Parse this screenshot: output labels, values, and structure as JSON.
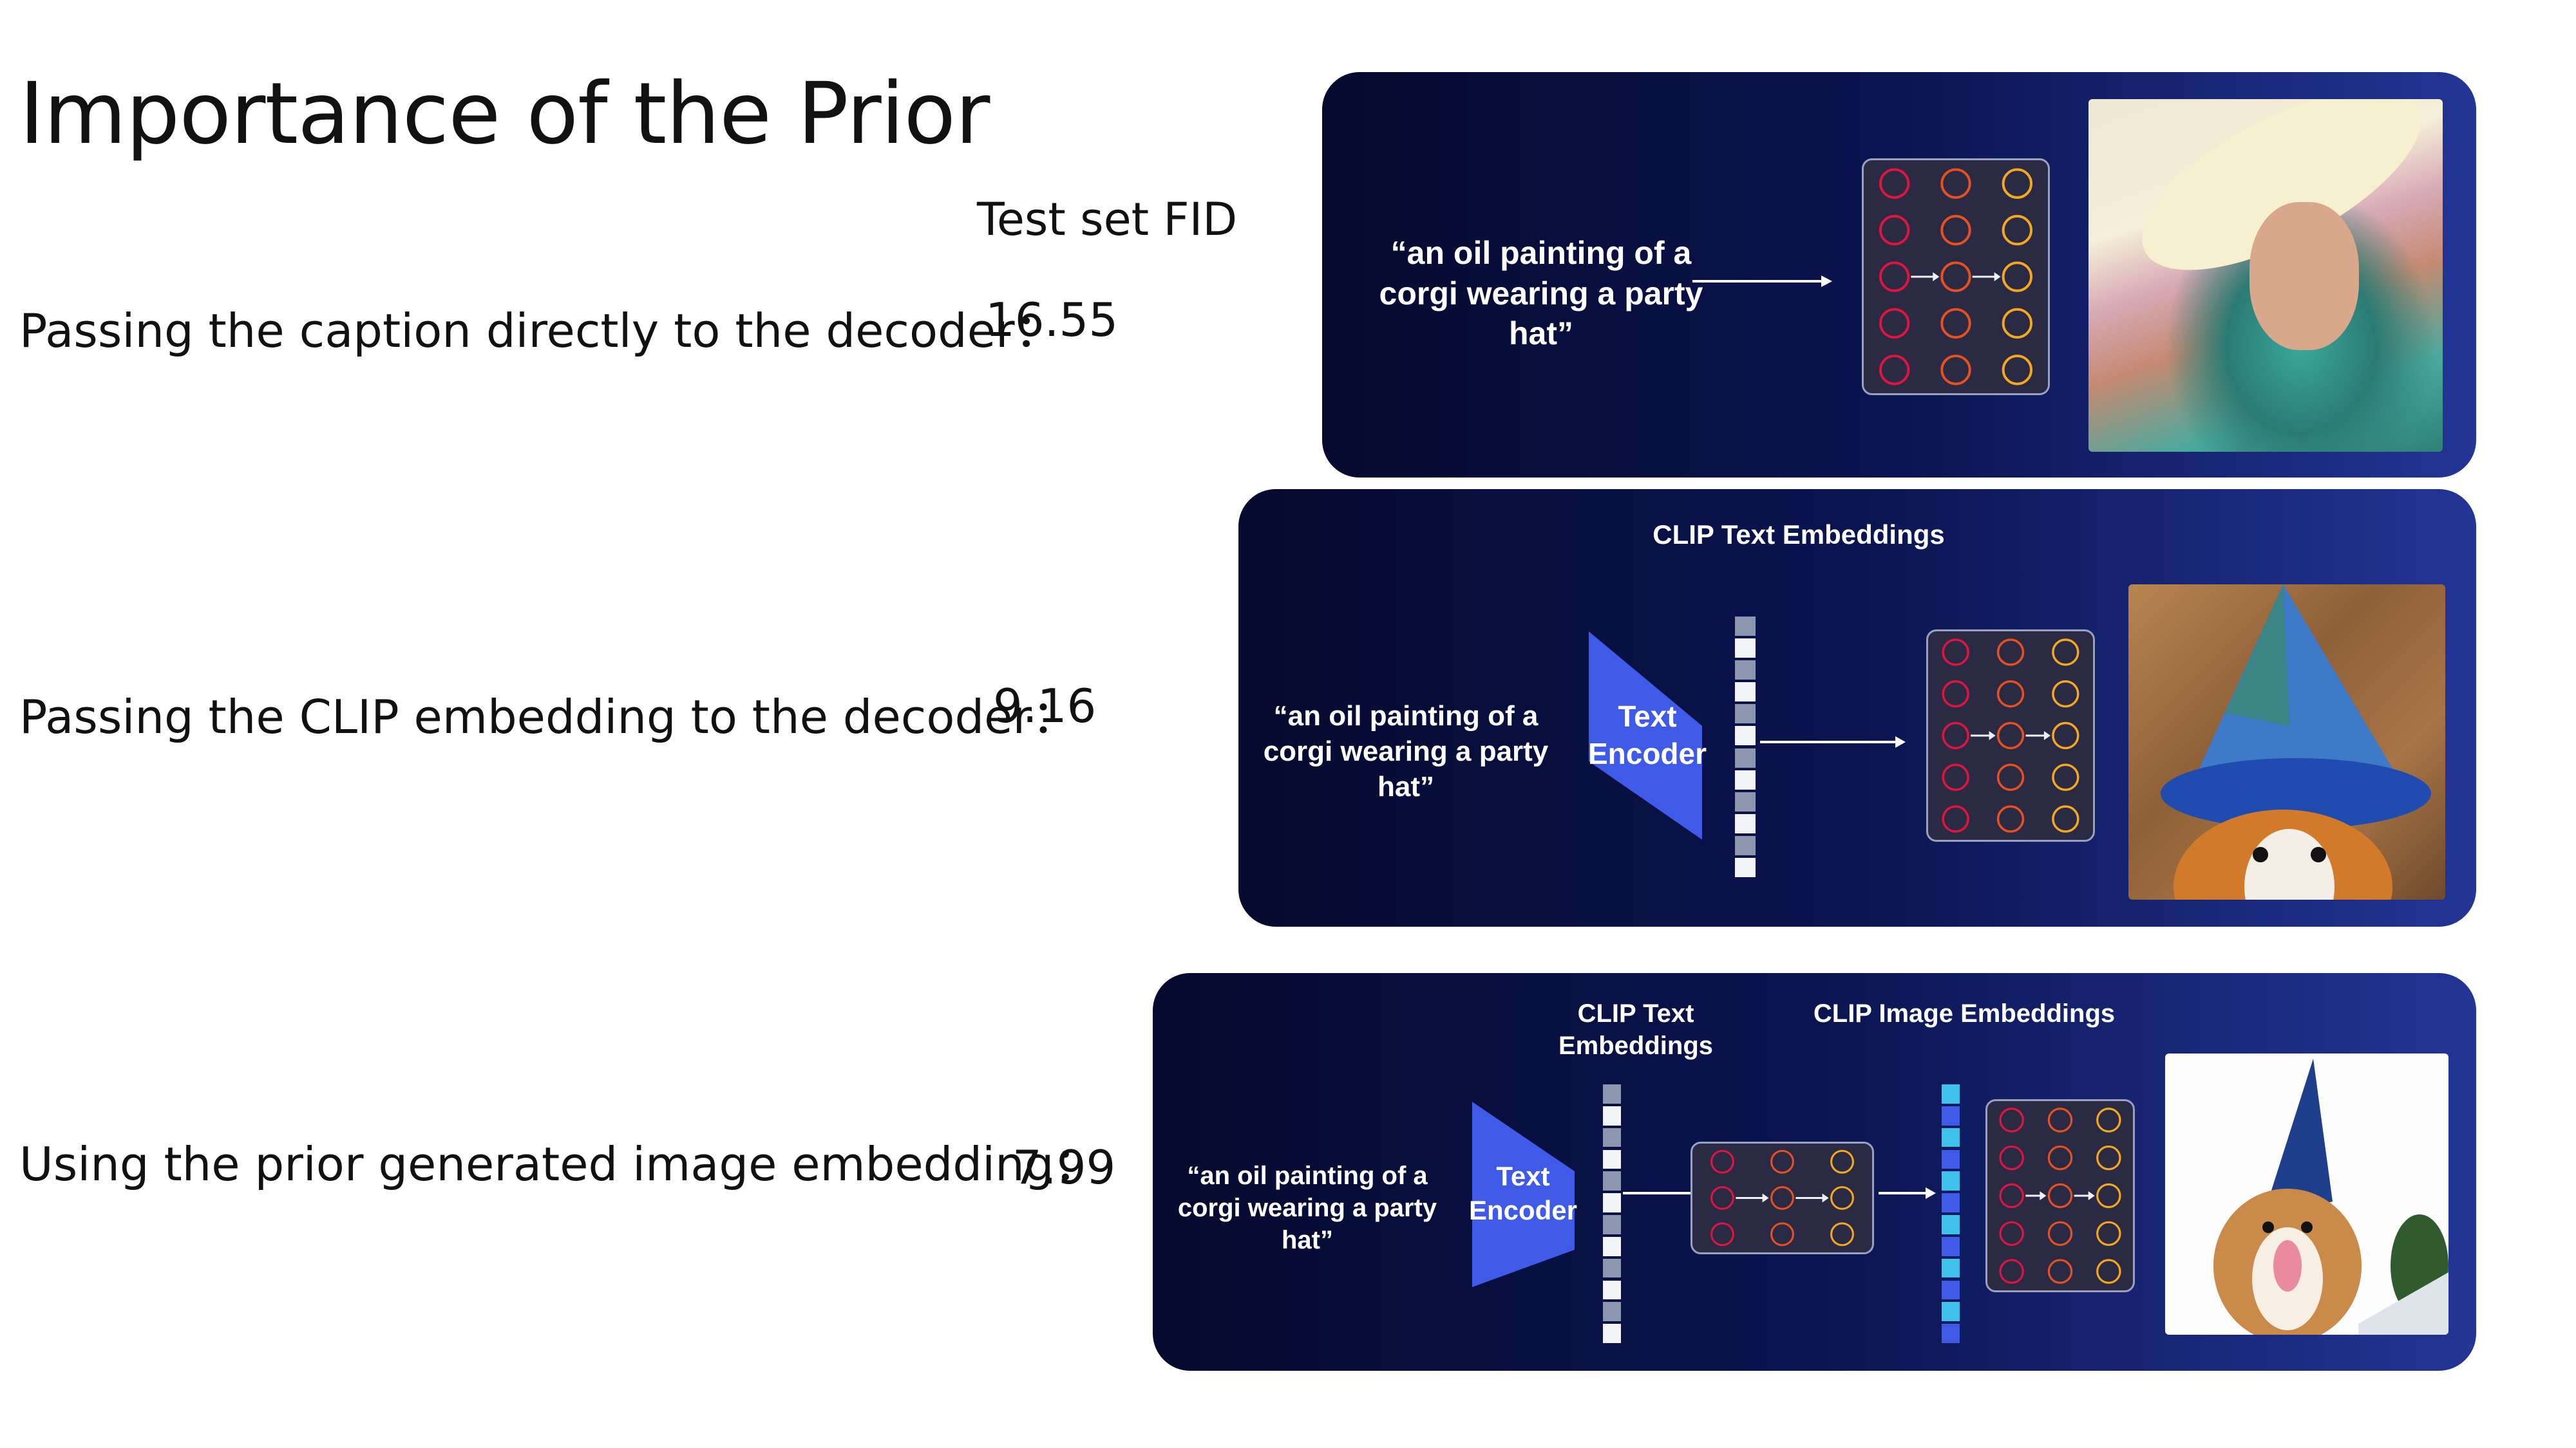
{
  "slide": {
    "title": "Importance of the Prior",
    "column_header": "Test set FID",
    "rows": [
      {
        "label": "Passing the caption directly to the decoder：",
        "value": "16.55"
      },
      {
        "label": "Passing the CLIP embedding to the decoder：",
        "value": "9.16"
      },
      {
        "label": "Using the prior generated image embedding：",
        "value": "7.99"
      }
    ]
  },
  "panels": [
    {
      "caption": "“an oil painting of a corgi wearing a party hat”",
      "image_description": "generated image: person in wide white hat"
    },
    {
      "caption": "“an oil painting of a corgi wearing a party hat”",
      "encoder_label": "Text Encoder",
      "embedding_label": "CLIP Text Embeddings",
      "image_description": "generated image: oil painting of corgi in blue party hat"
    },
    {
      "caption": "“an oil painting of a corgi wearing a party hat”",
      "encoder_label": "Text Encoder",
      "text_embedding_label": "CLIP Text Embeddings",
      "image_embedding_label": "CLIP Image Embeddings",
      "image_description": "generated image: corgi with party hat on white background"
    }
  ],
  "colors": {
    "node_col1": "#e0143c",
    "node_col2": "#e8501e",
    "node_col3": "#f5a81c",
    "encoder": "#3e5ae6",
    "text_emb_dark": "#8c96ae",
    "text_emb_light": "#f2f4f8",
    "img_emb_blue": "#3e5ae6",
    "img_emb_cyan": "#3fc1ec"
  }
}
